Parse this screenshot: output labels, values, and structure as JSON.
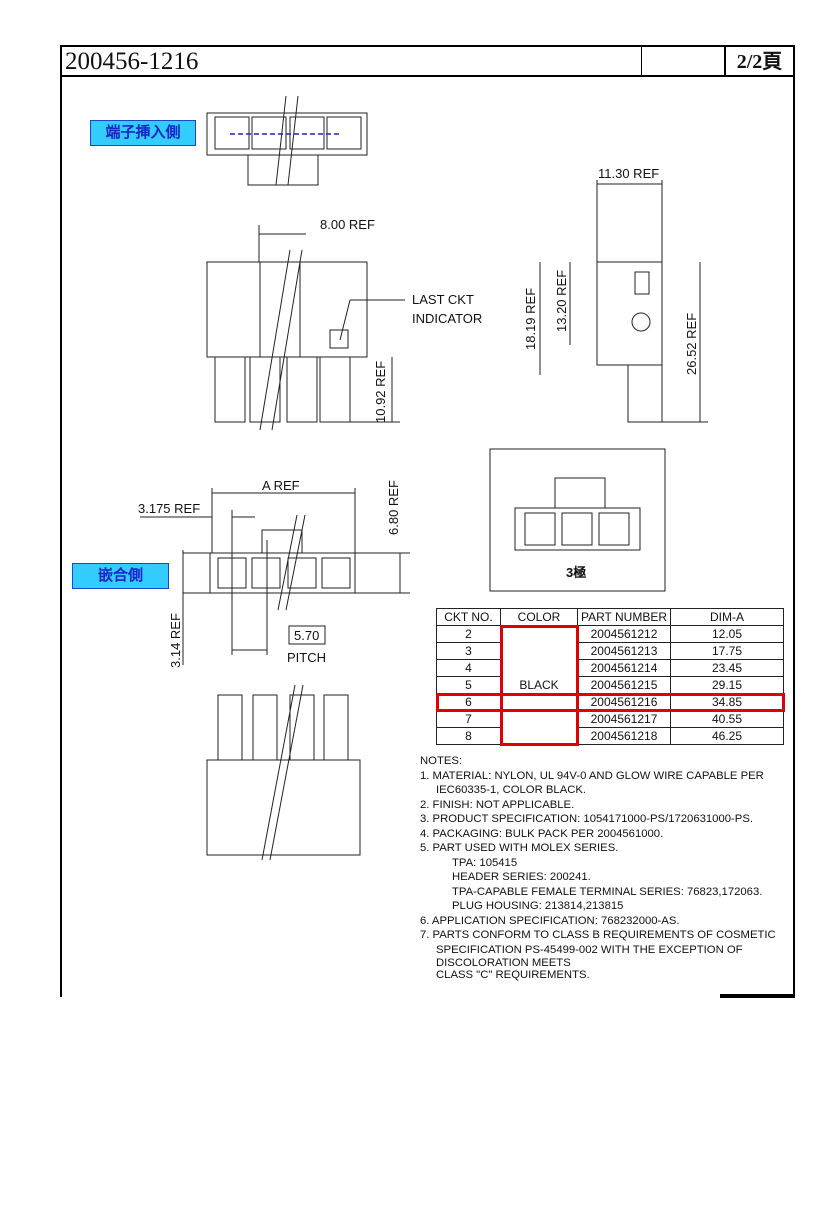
{
  "header": {
    "drawing_number": "200456-1216",
    "page": "2/2頁"
  },
  "labels": {
    "terminal_insertion_side": "端子挿入側",
    "mating_side": "嵌合側",
    "pole_3": "3極"
  },
  "dimensions": {
    "d800": "8.00 REF",
    "last_ckt": "LAST CKT",
    "indicator": "INDICATOR",
    "d1092": "10.92 REF",
    "d1130": "11.30 REF",
    "d1819": "18.19 REF",
    "d1320": "13.20 REF",
    "d2652": "26.52 REF",
    "aref": "A REF",
    "d3175": "3.175 REF",
    "d680": "6.80 REF",
    "d314": "3.14 REF",
    "pitch_value": "5.70",
    "pitch": "PITCH"
  },
  "table": {
    "headers": [
      "CKT NO.",
      "COLOR",
      "PART NUMBER",
      "DIM-A"
    ],
    "color": "BLACK",
    "rows": [
      {
        "ckt": "2",
        "part": "2004561212",
        "dim": "12.05"
      },
      {
        "ckt": "3",
        "part": "2004561213",
        "dim": "17.75"
      },
      {
        "ckt": "4",
        "part": "2004561214",
        "dim": "23.45"
      },
      {
        "ckt": "5",
        "part": "2004561215",
        "dim": "29.15"
      },
      {
        "ckt": "6",
        "part": "2004561216",
        "dim": "34.85"
      },
      {
        "ckt": "7",
        "part": "2004561217",
        "dim": "40.55"
      },
      {
        "ckt": "8",
        "part": "2004561218",
        "dim": "46.25"
      }
    ],
    "highlight_color": "#e00000"
  },
  "notes": {
    "title": "NOTES:",
    "n1": "1.  MATERIAL: NYLON, UL 94V-0 AND GLOW WIRE CAPABLE PER IEC60335-1, COLOR BLACK.",
    "n2": "2.  FINISH: NOT APPLICABLE.",
    "n3": "3.  PRODUCT SPECIFICATION: 1054171000-PS/1720631000-PS.",
    "n4": "4.  PACKAGING: BULK PACK PER 2004561000.",
    "n5": "5.  PART USED WITH MOLEX SERIES.",
    "n5a": "TPA: 105415",
    "n5b": "HEADER SERIES: 200241.",
    "n5c": "TPA-CAPABLE FEMALE TERMINAL SERIES: 76823,172063.",
    "n5d": "PLUG HOUSING: 213814,213815",
    "n6": "6.  APPLICATION SPECIFICATION: 768232000-AS.",
    "n7": "7.  PARTS CONFORM TO CLASS B REQUIREMENTS OF COSMETIC",
    "n7b": "SPECIFICATION PS-45499-002 WITH THE EXCEPTION OF",
    "n7c": "DISCOLORATION MEETS",
    "n7d": "CLASS \"C\" REQUIREMENTS."
  }
}
